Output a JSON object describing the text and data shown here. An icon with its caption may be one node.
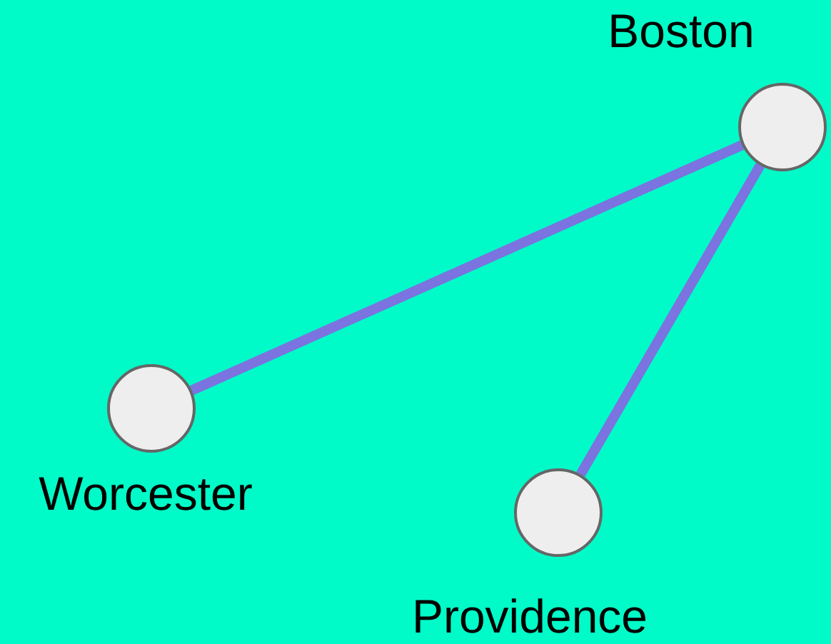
{
  "diagram": {
    "nodes": [
      {
        "text": [
          "Boston"
        ]
      },
      {
        "text": [
          "Worcester"
        ]
      },
      {
        "text": [
          "Providence"
        ]
      }
    ],
    "edges": [
      {
        "from": 1,
        "to": 0,
        "arrow": "none"
      },
      {
        "from": 2,
        "to": 0,
        "arrow": "none"
      }
    ]
  }
}
